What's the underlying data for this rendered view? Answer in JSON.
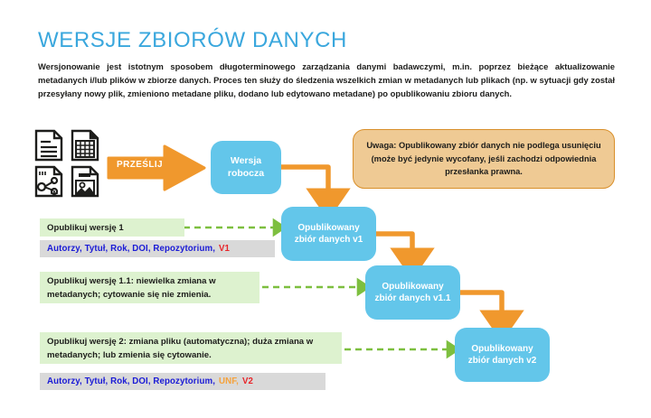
{
  "header": {
    "title": "WERSJE ZBIORÓW DANYCH",
    "intro": "Wersjonowanie jest istotnym sposobem długoterminowego zarządzania danymi badawczymi, m.in. poprzez bieżące aktualizowanie metadanych i/lub plików w zbiorze danych. Proces ten służy do śledzenia wszelkich zmian w metadanych lub plikach (np. w sytuacji gdy został przesyłany nowy plik, zmieniono metadane pliku, dodano lub edytowano metadane) po opublikowaniu zbioru danych."
  },
  "colors": {
    "title_blue": "#3aa7dd",
    "box_blue": "#63c6ea",
    "orange": "#f0982d",
    "note_fill": "#efca94",
    "note_border": "#d98f2a",
    "green_fill": "#ddf2cf",
    "green_arrow": "#7dbf3f",
    "meta_bg": "#d9d9d9",
    "meta_text": "#1b1bd6",
    "version_red": "#e8252a",
    "unf_orange": "#f5a23c"
  },
  "source_files": {
    "icons": [
      "text-document-icon",
      "spreadsheet-document-icon",
      "network-graph-document-icon",
      "image-document-icon"
    ]
  },
  "upload": {
    "label": "PRZEŚLIJ"
  },
  "boxes": {
    "draft": "Wersja robocza",
    "published_v1": "Opublikowany zbiór danych v1",
    "published_v11": "Opublikowany zbiór danych v1.1",
    "published_v2": "Opublikowany zbiór danych v2"
  },
  "note": {
    "part1": "Uwaga:",
    "part2": " Opublikowany zbiór danych ",
    "part3": "nie podlega",
    "part4": " usunięciu (może być jedynie wycofany, jeśli zachodzi odpowiednia przesłanka prawna."
  },
  "steps": [
    {
      "instruction": "Opublikuj wersję 1",
      "metadata": {
        "fields": "Autorzy, Tytuł, Rok, DOI, Repozytorium,",
        "unf": "",
        "version": "V1"
      }
    },
    {
      "instruction": "Opublikuj wersję 1.1: niewielka zmiana w metadanych; cytowanie się nie zmienia.",
      "metadata": null
    },
    {
      "instruction": "Opublikuj wersję 2: zmiana pliku (automatyczna); duża zmiana w metadanych; lub zmienia się cytowanie.",
      "metadata": {
        "fields": "Autorzy, Tytuł, Rok, DOI, Repozytorium,",
        "unf": "UNF,",
        "version": "V2"
      }
    }
  ]
}
